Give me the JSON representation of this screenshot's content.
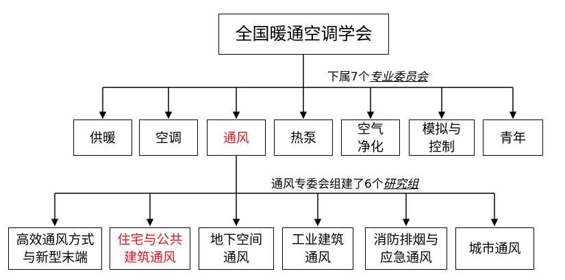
{
  "root": {
    "label": "全国暖通空调学会"
  },
  "committees_caption": {
    "prefix": "下属7个",
    "emphasis": "专业委员会"
  },
  "committees": [
    {
      "lines": [
        "供暖"
      ],
      "highlight": false
    },
    {
      "lines": [
        "空调"
      ],
      "highlight": false
    },
    {
      "lines": [
        "通风"
      ],
      "highlight": true
    },
    {
      "lines": [
        "热泵"
      ],
      "highlight": false
    },
    {
      "lines": [
        "空气",
        "净化"
      ],
      "highlight": false
    },
    {
      "lines": [
        "模拟与",
        "控制"
      ],
      "highlight": false
    },
    {
      "lines": [
        "青年"
      ],
      "highlight": false
    }
  ],
  "groups_caption": {
    "prefix": "通风专委会组建了6个",
    "emphasis": "研究组"
  },
  "groups": [
    {
      "lines": [
        "高效通风方式",
        "与新型末端"
      ],
      "highlight": false
    },
    {
      "lines": [
        "住宅与公共",
        "建筑通风"
      ],
      "highlight": true
    },
    {
      "lines": [
        "地下空间",
        "通风"
      ],
      "highlight": false
    },
    {
      "lines": [
        "工业建筑",
        "通风"
      ],
      "highlight": false
    },
    {
      "lines": [
        "消防排烟与",
        "应急通风"
      ],
      "highlight": false
    },
    {
      "lines": [
        "城市通风"
      ],
      "highlight": false
    }
  ],
  "colors": {
    "highlight": "#e8141a",
    "line": "#000000"
  }
}
